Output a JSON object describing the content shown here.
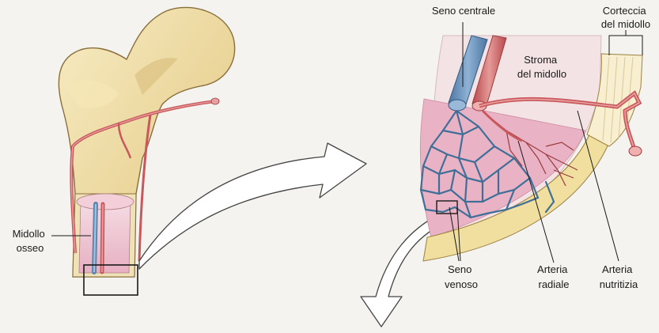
{
  "labels": {
    "midollo_osseo": [
      "Midollo",
      "osseo"
    ],
    "seno_centrale": "Seno centrale",
    "corteccia": [
      "Corteccia",
      "del midollo"
    ],
    "stroma": [
      "Stroma",
      "del midollo"
    ],
    "seno_venoso": [
      "Seno",
      "venoso"
    ],
    "arteria_radiale": [
      "Arteria",
      "radiale"
    ],
    "arteria_nutritizia": [
      "Arteria",
      "nutritizia"
    ]
  },
  "colors": {
    "background": "#f4f3ef",
    "bone": "#ecd9a0",
    "artery": "#c8585c",
    "vein": "#5d86b0",
    "marrow": "#e8b0c0",
    "sinus_network": "#3f6f98"
  }
}
